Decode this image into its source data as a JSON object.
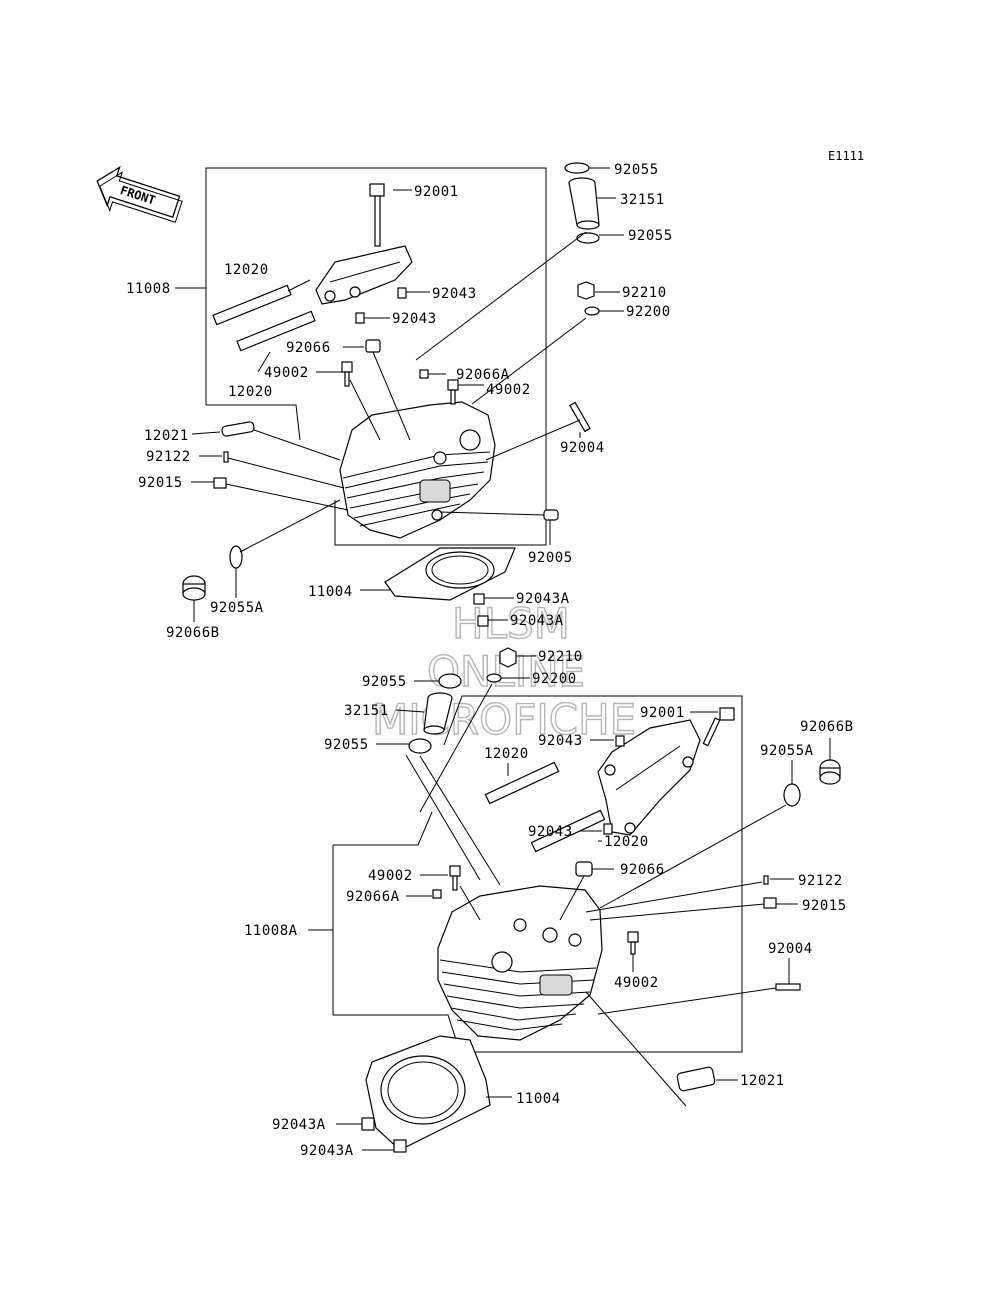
{
  "diagram_code": "E1111",
  "front_arrow": {
    "label": "FRONT",
    "icon": "front-arrow-icon"
  },
  "watermark": {
    "lines": [
      "HLSM",
      "ONLINE",
      "MICROFICHE"
    ],
    "color": "#b5b5b5"
  },
  "labels": {
    "top_92055_a": "92055",
    "top_32151": "32151",
    "top_92055_b": "92055",
    "top_92001": "92001",
    "top_11008": "11008",
    "top_12020_a": "12020",
    "top_92043_a": "92043",
    "top_92043_b": "92043",
    "top_92210": "92210",
    "top_92200": "92200",
    "top_92066": "92066",
    "top_12020_b": "12020",
    "top_49002_a": "49002",
    "top_92066A": "92066A",
    "top_49002_b": "49002",
    "top_12021": "12021",
    "top_92004": "92004",
    "top_92122": "92122",
    "top_92015": "92015",
    "top_92005": "92005",
    "top_92055A": "92055A",
    "top_92066B": "92066B",
    "mid_11004": "11004",
    "mid_92043A_a": "92043A",
    "mid_92043A_b": "92043A",
    "mid_92210": "92210",
    "mid_92200": "92200",
    "mid_92055_a": "92055",
    "mid_32151": "32151",
    "mid_92055_b": "92055",
    "bot_92001": "92001",
    "bot_92043_a": "92043",
    "bot_12020_a": "12020",
    "bot_92043_b": "92043",
    "bot_12020_b": "12020",
    "bot_92066B": "92066B",
    "bot_92055A": "92055A",
    "bot_49002_a": "49002",
    "bot_92066A": "92066A",
    "bot_92066": "92066",
    "bot_92122": "92122",
    "bot_92015": "92015",
    "bot_11008A": "11008A",
    "bot_49002_b": "49002",
    "bot_92004": "92004",
    "bot_12021": "12021",
    "bot_11004": "11004",
    "bot_92043A_a": "92043A",
    "bot_92043A_b": "92043A"
  }
}
